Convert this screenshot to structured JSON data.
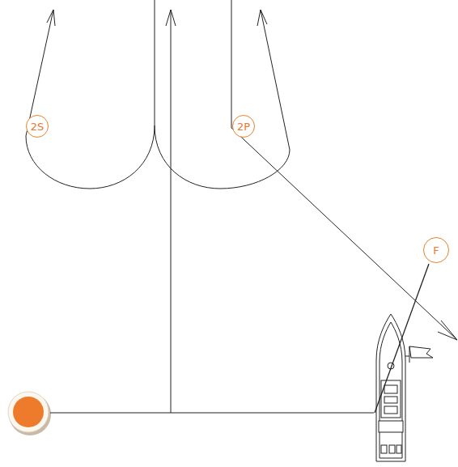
{
  "diagram": {
    "nodes": [
      {
        "text": [
          "2S"
        ]
      },
      {
        "text": [
          "2P"
        ]
      },
      {
        "text": [
          "F"
        ]
      }
    ]
  }
}
